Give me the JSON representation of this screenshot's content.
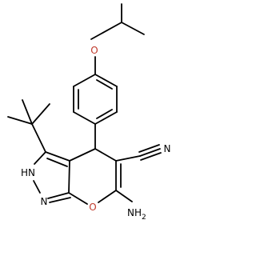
{
  "molecule": {
    "atom_labels": {
      "ether_oxygen": "O",
      "nitrile_nitrogen": "N",
      "ring_nh": "HN",
      "ring_n": "N",
      "ring_oxygen": "O",
      "amino": "NH",
      "amino_subscript": "2"
    },
    "colors": {
      "bond": "#000000",
      "oxygen": "#c0392b",
      "nitrogen": "#000000",
      "background": "#ffffff"
    }
  }
}
